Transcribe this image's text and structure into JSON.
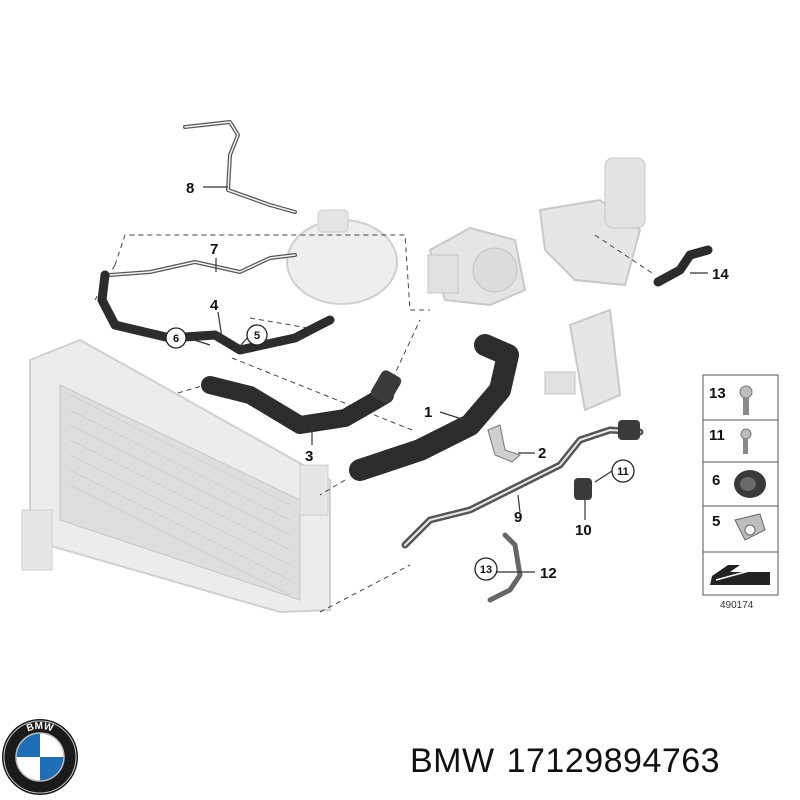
{
  "callouts": {
    "c1": "1",
    "c2": "2",
    "c3": "3",
    "c4": "4",
    "c7": "7",
    "c8": "8",
    "c9": "9",
    "c10": "10",
    "c12": "12",
    "c14": "14"
  },
  "circled_callouts": {
    "c5": "5",
    "c6": "6",
    "c11": "11",
    "c13": "13"
  },
  "legend": [
    {
      "num": "13",
      "part_icon": "bolt-icon"
    },
    {
      "num": "11",
      "part_icon": "bolt-icon"
    },
    {
      "num": "6",
      "part_icon": "clamp-icon"
    },
    {
      "num": "5",
      "part_icon": "clip-icon"
    }
  ],
  "diagram_id": "490174",
  "brand": {
    "name": "BMW",
    "part_number": "17129894763",
    "logo_lettering": "BMW"
  },
  "colors": {
    "hose": "#2c2c2c",
    "part_gray": "#d9d9d9",
    "line": "#333333"
  }
}
